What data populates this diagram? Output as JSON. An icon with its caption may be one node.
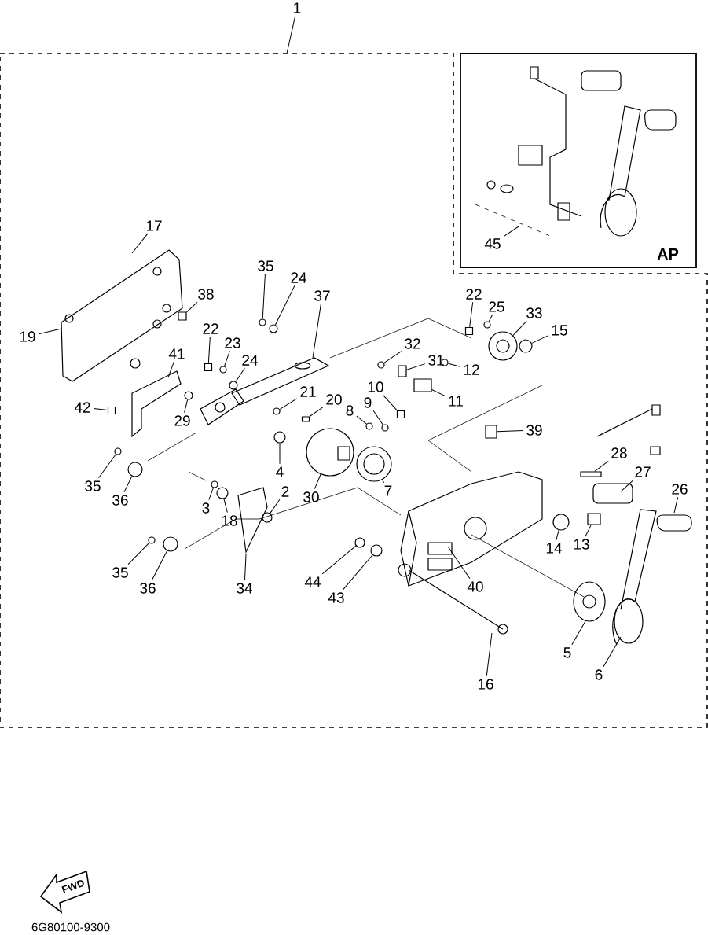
{
  "diagram": {
    "nodes": [
      {
        "text": [
          "1"
        ]
      },
      {
        "text": [
          "45"
        ]
      },
      {
        "text": [
          "17"
        ]
      },
      {
        "text": [
          "35"
        ]
      },
      {
        "text": [
          "24"
        ]
      },
      {
        "text": [
          "37"
        ]
      },
      {
        "text": [
          "38"
        ]
      },
      {
        "text": [
          "22"
        ]
      },
      {
        "text": [
          "23"
        ]
      },
      {
        "text": [
          "24"
        ]
      },
      {
        "text": [
          "19"
        ]
      },
      {
        "text": [
          "41"
        ]
      },
      {
        "text": [
          "22"
        ]
      },
      {
        "text": [
          "25"
        ]
      },
      {
        "text": [
          "33"
        ]
      },
      {
        "text": [
          "15"
        ]
      },
      {
        "text": [
          "32"
        ]
      },
      {
        "text": [
          "31"
        ]
      },
      {
        "text": [
          "12"
        ]
      },
      {
        "text": [
          "10"
        ]
      },
      {
        "text": [
          "11"
        ]
      },
      {
        "text": [
          "21"
        ]
      },
      {
        "text": [
          "20"
        ]
      },
      {
        "text": [
          "9"
        ]
      },
      {
        "text": [
          "8"
        ]
      },
      {
        "text": [
          "42"
        ]
      },
      {
        "text": [
          "29"
        ]
      },
      {
        "text": [
          "39"
        ]
      },
      {
        "text": [
          "4"
        ]
      },
      {
        "text": [
          "30"
        ]
      },
      {
        "text": [
          "7"
        ]
      },
      {
        "text": [
          "28"
        ]
      },
      {
        "text": [
          "27"
        ]
      },
      {
        "text": [
          "26"
        ]
      },
      {
        "text": [
          "35"
        ]
      },
      {
        "text": [
          "36"
        ]
      },
      {
        "text": [
          "3"
        ]
      },
      {
        "text": [
          "18"
        ]
      },
      {
        "text": [
          "2"
        ]
      },
      {
        "text": [
          "14"
        ]
      },
      {
        "text": [
          "13"
        ]
      },
      {
        "text": [
          "35"
        ]
      },
      {
        "text": [
          "36"
        ]
      },
      {
        "text": [
          "34"
        ]
      },
      {
        "text": [
          "44"
        ]
      },
      {
        "text": [
          "43"
        ]
      },
      {
        "text": [
          "40"
        ]
      },
      {
        "text": [
          "5"
        ]
      },
      {
        "text": [
          "6"
        ]
      },
      {
        "text": [
          "16"
        ]
      },
      {
        "text": [],
        "shape": "circle"
      },
      {
        "text": [],
        "shape": "circle"
      },
      {
        "text": [],
        "shape": "box"
      },
      {
        "text": [],
        "shape": "box"
      },
      {
        "text": [],
        "shape": "circle"
      },
      {
        "text": [],
        "shape": "circle"
      },
      {
        "text": [],
        "shape": "box"
      },
      {
        "text": [],
        "shape": "circle"
      },
      {
        "text": [],
        "shape": "circle"
      },
      {
        "text": [],
        "shape": "circle"
      },
      {
        "text": [],
        "shape": "circle"
      },
      {
        "text": [],
        "shape": "box"
      },
      {
        "text": [],
        "shape": "circle"
      },
      {
        "text": [],
        "shape": "box"
      },
      {
        "text": [],
        "shape": "box"
      },
      {
        "text": [],
        "shape": "circle"
      },
      {
        "text": [],
        "shape": "box"
      },
      {
        "text": [],
        "shape": "circle"
      },
      {
        "text": [],
        "shape": "circle"
      },
      {
        "text": [],
        "shape": "box"
      },
      {
        "text": [],
        "shape": "circle"
      },
      {
        "text": [],
        "shape": "box"
      },
      {
        "text": [],
        "shape": "circle"
      },
      {
        "text": [],
        "shape": "circle"
      },
      {
        "text": [],
        "shape": "circle"
      },
      {
        "text": [],
        "shape": "box"
      },
      {
        "text": [],
        "shape": "circle"
      },
      {
        "text": [],
        "shape": "circle"
      },
      {
        "text": [],
        "shape": "circle"
      },
      {
        "text": [],
        "shape": "circle"
      },
      {
        "text": [],
        "shape": "circle"
      },
      {
        "text": [],
        "shape": "circle"
      },
      {
        "text": [],
        "shape": "box"
      },
      {
        "text": [],
        "shape": "circle"
      },
      {
        "text": [],
        "shape": "circle"
      },
      {
        "text": [],
        "shape": "circle"
      },
      {
        "text": [],
        "shape": "circle"
      }
    ],
    "edges": [
      {
        "from": 0,
        "to": null,
        "arrow": "none"
      },
      {
        "from": 1,
        "to": null,
        "arrow": "none"
      },
      {
        "from": 2,
        "to": null,
        "arrow": "none"
      },
      {
        "from": 3,
        "to": 50,
        "arrow": "none"
      },
      {
        "from": 4,
        "to": 51,
        "arrow": "none"
      },
      {
        "from": 5,
        "to": null,
        "arrow": "none"
      },
      {
        "from": 6,
        "to": 52,
        "arrow": "none"
      },
      {
        "from": 7,
        "to": 53,
        "arrow": "none"
      },
      {
        "from": 8,
        "to": 54,
        "arrow": "none"
      },
      {
        "from": 9,
        "to": 55,
        "arrow": "none"
      },
      {
        "from": 10,
        "to": null,
        "arrow": "none"
      },
      {
        "from": 11,
        "to": null,
        "arrow": "none"
      },
      {
        "from": 12,
        "to": 56,
        "arrow": "none"
      },
      {
        "from": 13,
        "to": 57,
        "arrow": "none"
      },
      {
        "from": 14,
        "to": 58,
        "arrow": "none"
      },
      {
        "from": 15,
        "to": 59,
        "arrow": "none"
      },
      {
        "from": 16,
        "to": 60,
        "arrow": "none"
      },
      {
        "from": 17,
        "to": 61,
        "arrow": "none"
      },
      {
        "from": 18,
        "to": 62,
        "arrow": "none"
      },
      {
        "from": 19,
        "to": 63,
        "arrow": "none"
      },
      {
        "from": 20,
        "to": 64,
        "arrow": "none"
      },
      {
        "from": 21,
        "to": 65,
        "arrow": "none"
      },
      {
        "from": 22,
        "to": 66,
        "arrow": "none"
      },
      {
        "from": 23,
        "to": 67,
        "arrow": "none"
      },
      {
        "from": 24,
        "to": 68,
        "arrow": "none"
      },
      {
        "from": 25,
        "to": 69,
        "arrow": "none"
      },
      {
        "from": 26,
        "to": 70,
        "arrow": "none"
      },
      {
        "from": 27,
        "to": 71,
        "arrow": "none"
      },
      {
        "from": 28,
        "to": 72,
        "arrow": "none"
      },
      {
        "from": 29,
        "to": 73,
        "arrow": "none"
      },
      {
        "from": 30,
        "to": 74,
        "arrow": "none"
      },
      {
        "from": 31,
        "to": 75,
        "arrow": "none"
      },
      {
        "from": 32,
        "to": null,
        "arrow": "none"
      },
      {
        "from": 33,
        "to": null,
        "arrow": "none"
      },
      {
        "from": 34,
        "to": 76,
        "arrow": "none"
      },
      {
        "from": 35,
        "to": 77,
        "arrow": "none"
      },
      {
        "from": 36,
        "to": 78,
        "arrow": "none"
      },
      {
        "from": 37,
        "to": 79,
        "arrow": "none"
      },
      {
        "from": 38,
        "to": 80,
        "arrow": "none"
      },
      {
        "from": 39,
        "to": 81,
        "arrow": "none"
      },
      {
        "from": 40,
        "to": 82,
        "arrow": "none"
      },
      {
        "from": 41,
        "to": 83,
        "arrow": "none"
      },
      {
        "from": 42,
        "to": 84,
        "arrow": "none"
      },
      {
        "from": 43,
        "to": null,
        "arrow": "none"
      },
      {
        "from": 44,
        "to": 85,
        "arrow": "none"
      },
      {
        "from": 45,
        "to": 86,
        "arrow": "none"
      },
      {
        "from": 46,
        "to": null,
        "arrow": "none"
      },
      {
        "from": 47,
        "to": null,
        "arrow": "none"
      },
      {
        "from": 48,
        "to": null,
        "arrow": "none"
      },
      {
        "from": 49,
        "to": null,
        "arrow": "none"
      }
    ],
    "labels": [
      "AP",
      "FWD",
      "6G80100-9300"
    ]
  }
}
